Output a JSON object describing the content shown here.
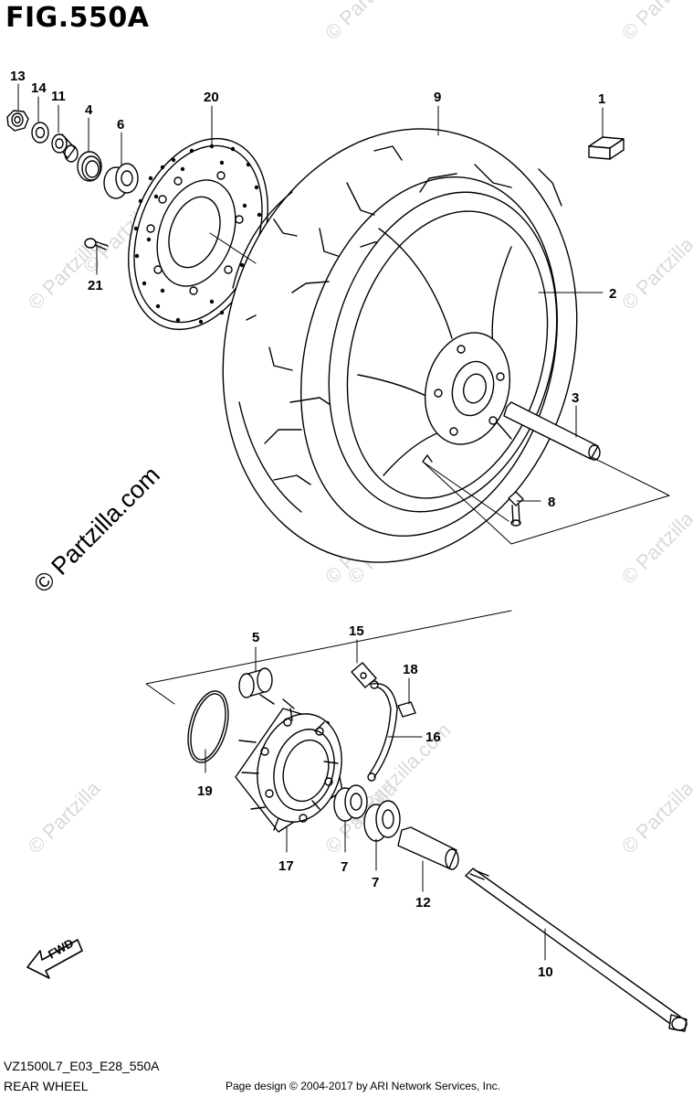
{
  "figure": {
    "title": "FIG.550A",
    "diagram_code": "VZ1500L7_E03_E28_550A",
    "section_name": "REAR WHEEL",
    "page_credit": "Page design © 2004-2017 by ARI Network Services, Inc."
  },
  "watermarks": {
    "small": "© Partzilla",
    "large": "© Partzilla.com"
  },
  "direction_label": "FWD",
  "callouts": {
    "c1": "1",
    "c2": "2",
    "c3": "3",
    "c4": "4",
    "c5": "5",
    "c6": "6",
    "c7a": "7",
    "c7b": "7",
    "c8": "8",
    "c9": "9",
    "c10": "10",
    "c11": "11",
    "c12": "12",
    "c13": "13",
    "c14": "14",
    "c15": "15",
    "c16": "16",
    "c17": "17",
    "c18": "18",
    "c19": "19",
    "c20": "20",
    "c21": "21"
  },
  "colors": {
    "line": "#000000",
    "watermark": "#d9d9d9",
    "background": "#ffffff"
  }
}
